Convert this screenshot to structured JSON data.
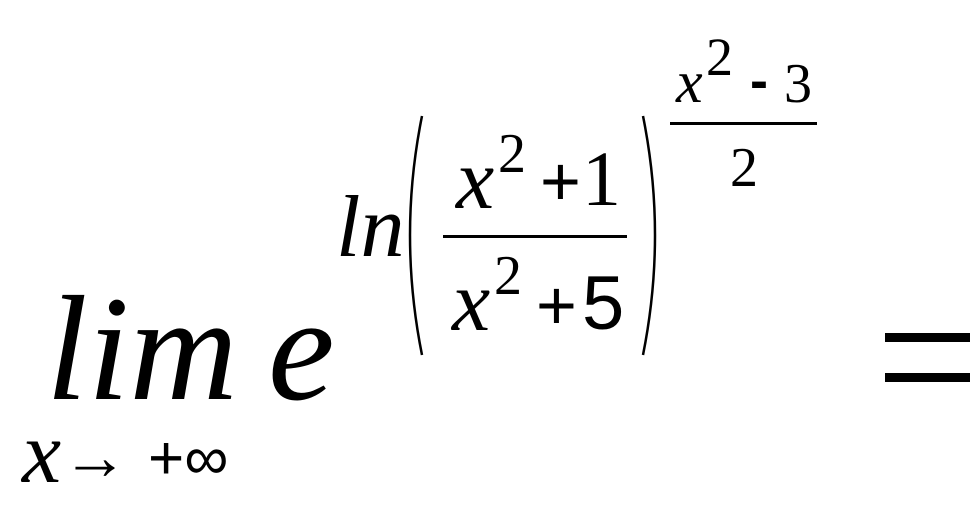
{
  "formula": {
    "limit": {
      "label": "lim",
      "variable": "x",
      "arrow": "→",
      "target": "+∞"
    },
    "base": "e",
    "log": "ln",
    "inner_fraction": {
      "numerator": {
        "variable": "x",
        "power": "2",
        "operator": "+",
        "constant": "1"
      },
      "denominator": {
        "variable": "x",
        "power": "2",
        "operator": "+",
        "constant": "5"
      }
    },
    "exponent_fraction": {
      "numerator": {
        "variable": "x",
        "power": "2",
        "operator": "-",
        "constant": "3"
      },
      "denominator": "2"
    },
    "equals": "="
  }
}
